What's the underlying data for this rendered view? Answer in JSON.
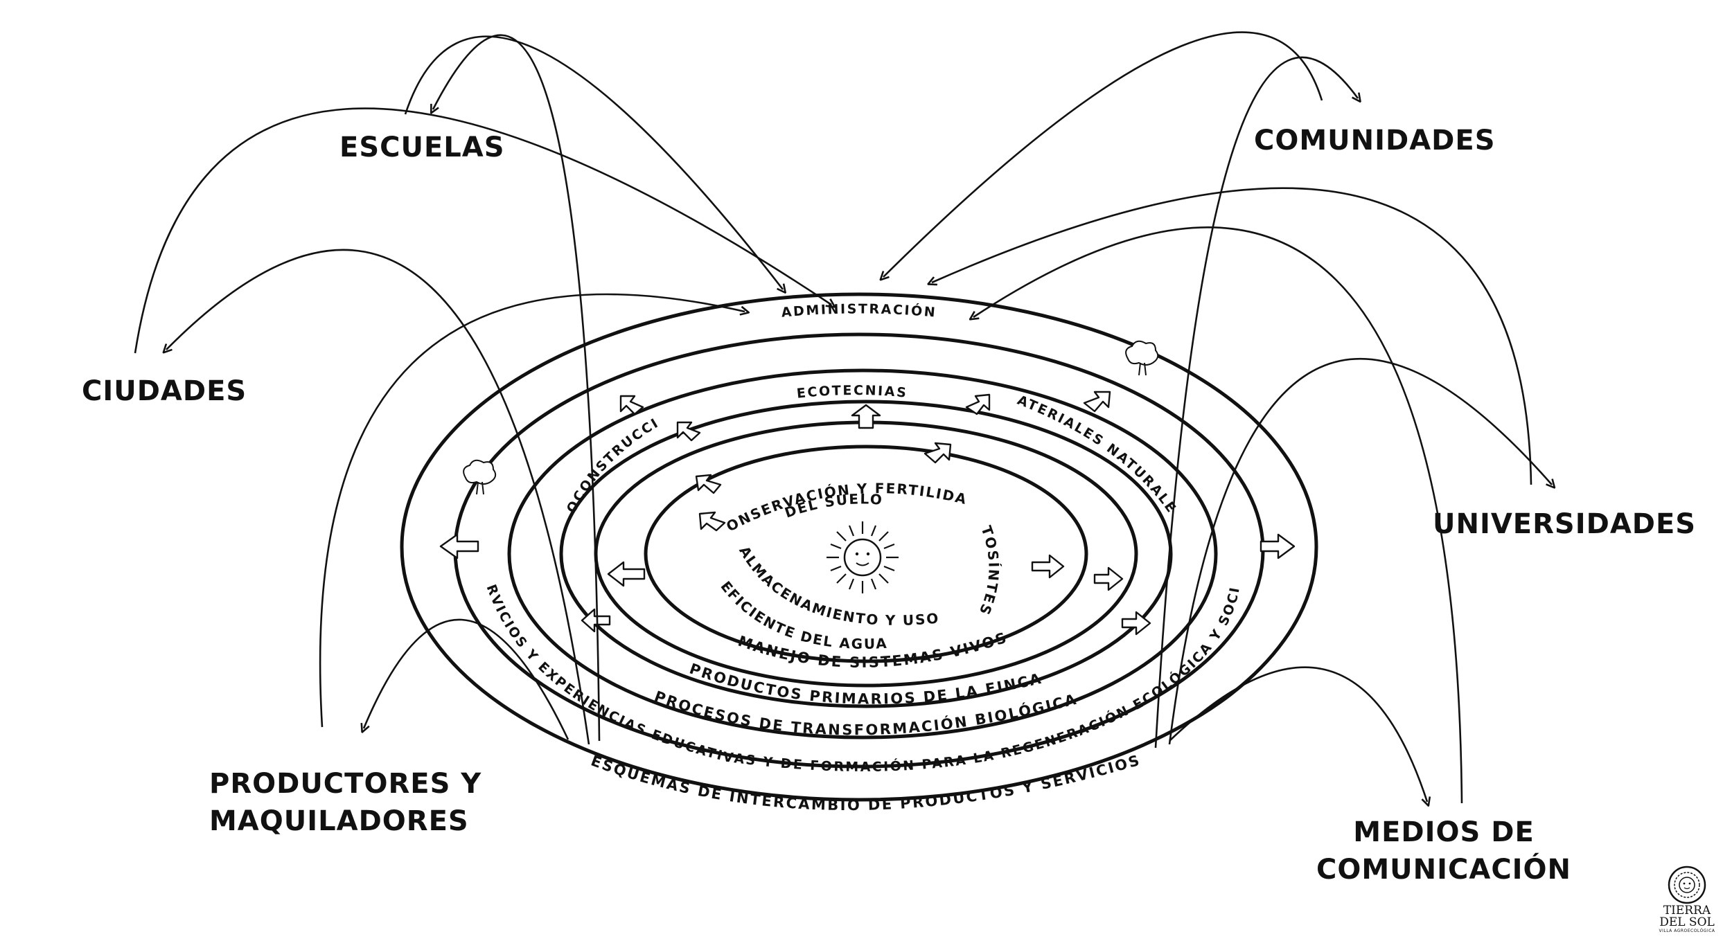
{
  "external_groups": {
    "escuelas": "ESCUELAS",
    "comunidades": "COMUNIDADES",
    "ciudades": "CIUDADES",
    "universidades": "UNIVERSIDADES",
    "productores_line1": "PRODUCTORES Y",
    "productores_line2": "MAQUILADORES",
    "medios_line1": "MEDIOS DE",
    "medios_line2": "COMUNICACIÓN"
  },
  "rings": {
    "administracion": "ADMINISTRACIÓN",
    "ecotecnias": "ECOTECNIAS",
    "bioconstruccion": "BIOCONSTRUCCIÓN",
    "materiales_naturales": "MATERIALES NATURALES",
    "servicios_y_experiencias": "SERVICIOS Y EXPERIENCIAS EDUCATIVAS Y DE FORMACIÓN PARA LA REGENERACIÓN ECOLÓGICA Y SOCIAL",
    "esquemas": "ESQUEMAS DE INTERCAMBIO DE PRODUCTOS Y SERVICIOS",
    "procesos": "PROCESOS DE TRANSFORMACIÓN BIOLÓGICA",
    "productos_primarios": "PRODUCTOS PRIMARIOS DE LA FINCA",
    "manejo": "MANEJO DE SISTEMAS VIVOS"
  },
  "core": {
    "conservacion_line1": "CONSERVACIÓN Y FERTILIDAD",
    "conservacion_line2": "DEL SUELO",
    "fotosintesis": "FOTOSÍNTESIS",
    "almacenamiento_line1": "ALMACENAMIENTO Y USO",
    "almacenamiento_line2": "EFICIENTE DEL AGUA",
    "center_icon": "sun-icon"
  },
  "logo": {
    "line1": "TIERRA",
    "line2": "DEL SOL",
    "tagline": "VILLA AGROECOLÓGICA",
    "icon": "sun-emblem-icon"
  }
}
